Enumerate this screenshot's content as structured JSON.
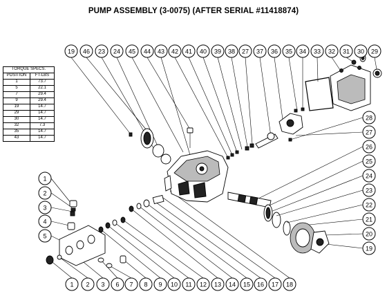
{
  "title": "PUMP ASSEMBLY (3-0075) (AFTER SERIAL #11418874)",
  "torque_table": {
    "title": "TORQUE SPECS.",
    "col_position": "POSITION",
    "col_value": "FT-LBS",
    "rows": [
      {
        "position": "1",
        "value": "73.7"
      },
      {
        "position": "5",
        "value": "22.1"
      },
      {
        "position": "7",
        "value": "29.4"
      },
      {
        "position": "9",
        "value": "29.4"
      },
      {
        "position": "19",
        "value": "14.7"
      },
      {
        "position": "29",
        "value": "14.7"
      },
      {
        "position": "30",
        "value": "14.7"
      },
      {
        "position": "32",
        "value": "7.3"
      },
      {
        "position": "35",
        "value": "14.7"
      },
      {
        "position": "43",
        "value": "14.7"
      }
    ]
  },
  "callouts": {
    "top_row": [
      "19",
      "46",
      "23",
      "24",
      "45",
      "44",
      "43",
      "42",
      "41",
      "40",
      "39",
      "38",
      "27",
      "37",
      "36",
      "35",
      "34",
      "33",
      "32",
      "31",
      "30",
      "29"
    ],
    "bottom_row": [
      "1",
      "2",
      "3",
      "6",
      "7",
      "8",
      "9",
      "10",
      "11",
      "12",
      "13",
      "14",
      "15",
      "16",
      "17",
      "18"
    ],
    "left_column": [
      "1",
      "2",
      "3",
      "4",
      "5"
    ],
    "right_column": [
      "28",
      "27",
      "26",
      "25",
      "24",
      "23",
      "22",
      "21",
      "20",
      "19"
    ]
  }
}
